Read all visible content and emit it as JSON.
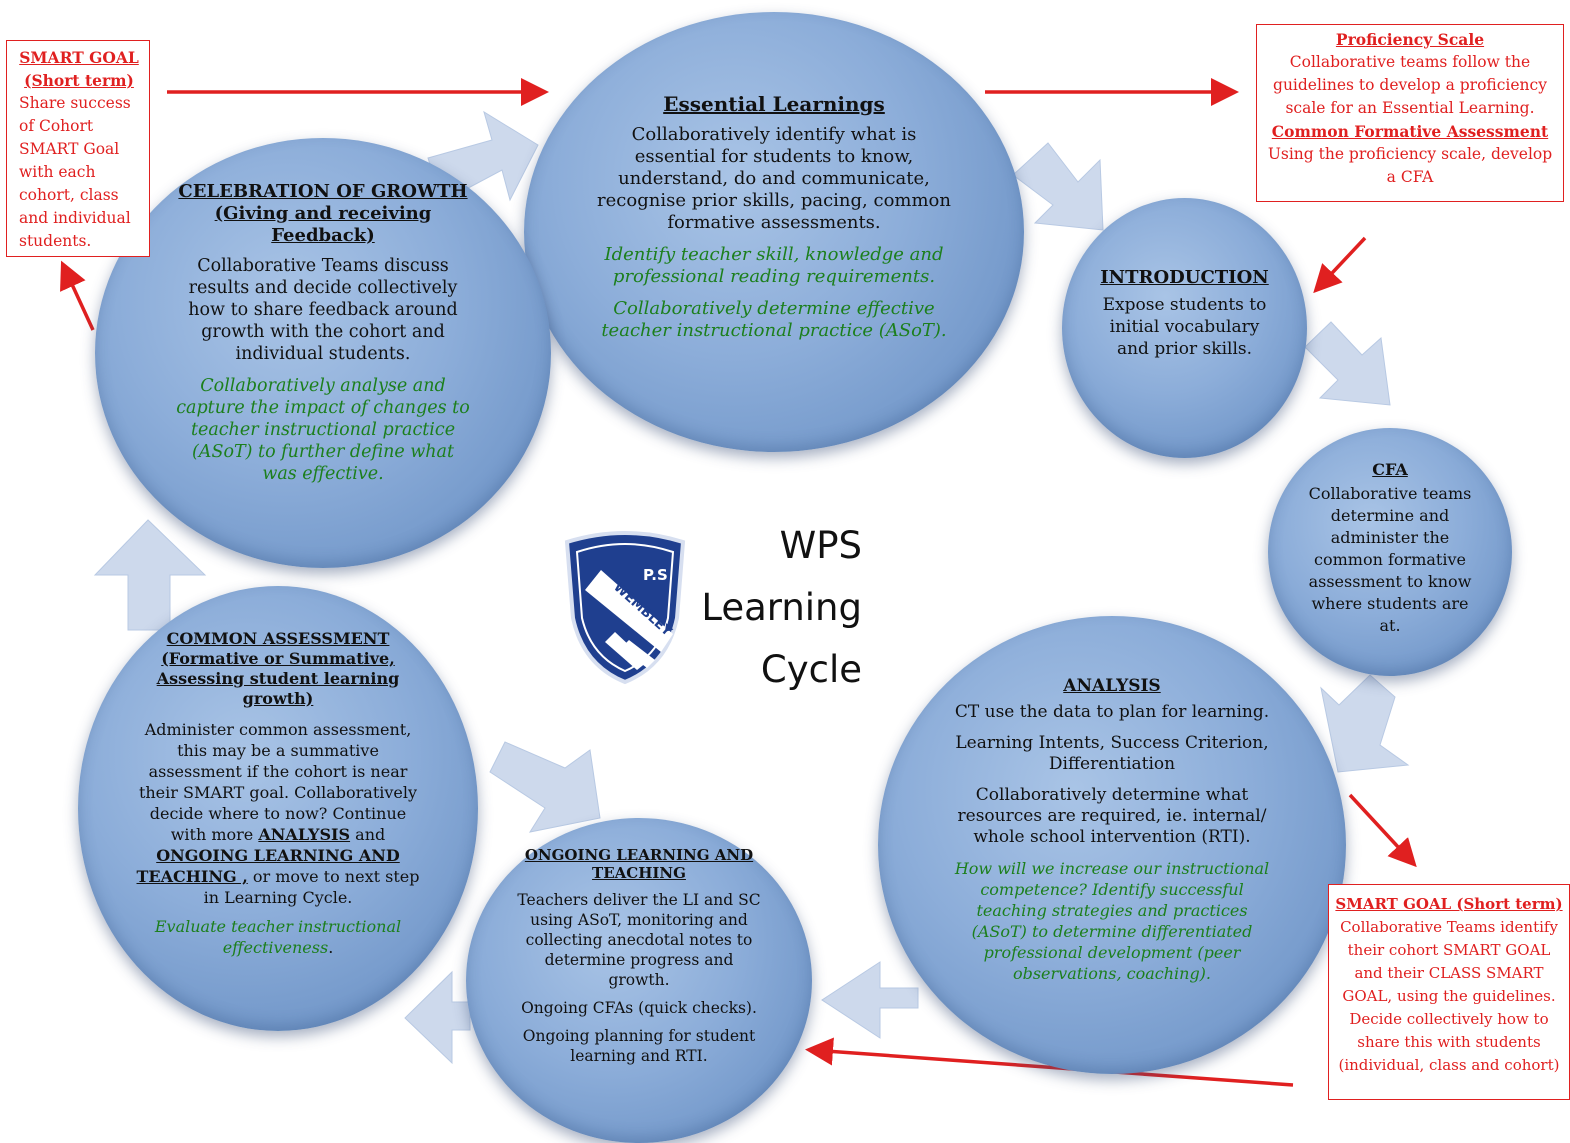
{
  "colors": {
    "circle_fill": "#8cadd9",
    "green_text": "#1c7f1c",
    "red_text": "#e02020",
    "block_arrow": "#cdd9ec",
    "crest_blue": "#1f3f8f"
  },
  "center": {
    "line1": "WPS",
    "line2": "Learning",
    "line3": "Cycle",
    "crest_text_top": "P.S",
    "crest_text_band": "WEMBLEY"
  },
  "essential": {
    "title": "Essential Learnings",
    "body": "Collaboratively identify what is essential for students to know, understand, do and communicate, recognise prior skills, pacing, common formative assessments.",
    "green1": "Identify teacher skill, knowledge and professional reading requirements.",
    "green2": "Collaboratively determine effective teacher instructional practice (ASoT)."
  },
  "introduction": {
    "title": "INTRODUCTION",
    "body": "Expose students to initial vocabulary and prior skills."
  },
  "cfa": {
    "title": "CFA",
    "body": "Collaborative teams determine and administer the common formative assessment to know where students are at."
  },
  "analysis": {
    "title": "ANALYSIS",
    "body1": "CT use the data to plan for learning.",
    "body2": "Learning Intents, Success Criterion, Differentiation",
    "body3": "Collaboratively determine what resources are required, ie. internal/ whole school intervention (RTI).",
    "green": "How will we increase our instructional competence? Identify successful teaching strategies and practices (ASoT) to determine differentiated professional development (peer observations, coaching)."
  },
  "ongoing": {
    "title": "ONGOING LEARNING AND TEACHING",
    "body1": "Teachers deliver the LI and SC using ASoT, monitoring and collecting anecdotal notes to determine progress and growth.",
    "body2": "Ongoing CFAs (quick checks).",
    "body3": "Ongoing planning for student learning and RTI."
  },
  "common": {
    "title": "COMMON ASSESSMENT (Formative or Summative, Assessing student learning growth)",
    "body_a": "Administer common assessment, this may be a summative assessment if the cohort is near their SMART goal. Collaboratively decide where to now? Continue with more",
    "analysis_word": "ANALYSIS",
    "and_word": "and",
    "ongoing_word": "ONGOING LEARNING AND TEACHING ,",
    "body_b": "or move to next step in Learning Cycle.",
    "green": "Evaluate teacher instructional effectiveness",
    "green_end": "."
  },
  "celebration": {
    "title": "CELEBRATION OF GROWTH (Giving and receiving Feedback)",
    "body": "Collaborative Teams discuss results and decide collectively how to share feedback around growth with the cohort and individual students.",
    "green": "Collaboratively analyse and capture the impact of changes to teacher instructional practice (ASoT) to further define what was effective."
  },
  "smart_short_left": {
    "title1": "SMART GOAL",
    "title2": "(Short term)",
    "body": "Share success of Cohort SMART Goal with each cohort, class and individual students."
  },
  "proficiency": {
    "title1": "Proficiency Scale",
    "body1": "Collaborative teams follow the guidelines to develop a proficiency scale for an Essential Learning.",
    "title2": "Common Formative Assessment",
    "body2": "Using the proficiency scale, develop a CFA"
  },
  "smart_short_right": {
    "title": "SMART GOAL (Short term)",
    "body": "Collaborative Teams identify their cohort SMART GOAL and their CLASS SMART GOAL, using the guidelines. Decide collectively how to share this with students (individual, class and cohort)"
  }
}
